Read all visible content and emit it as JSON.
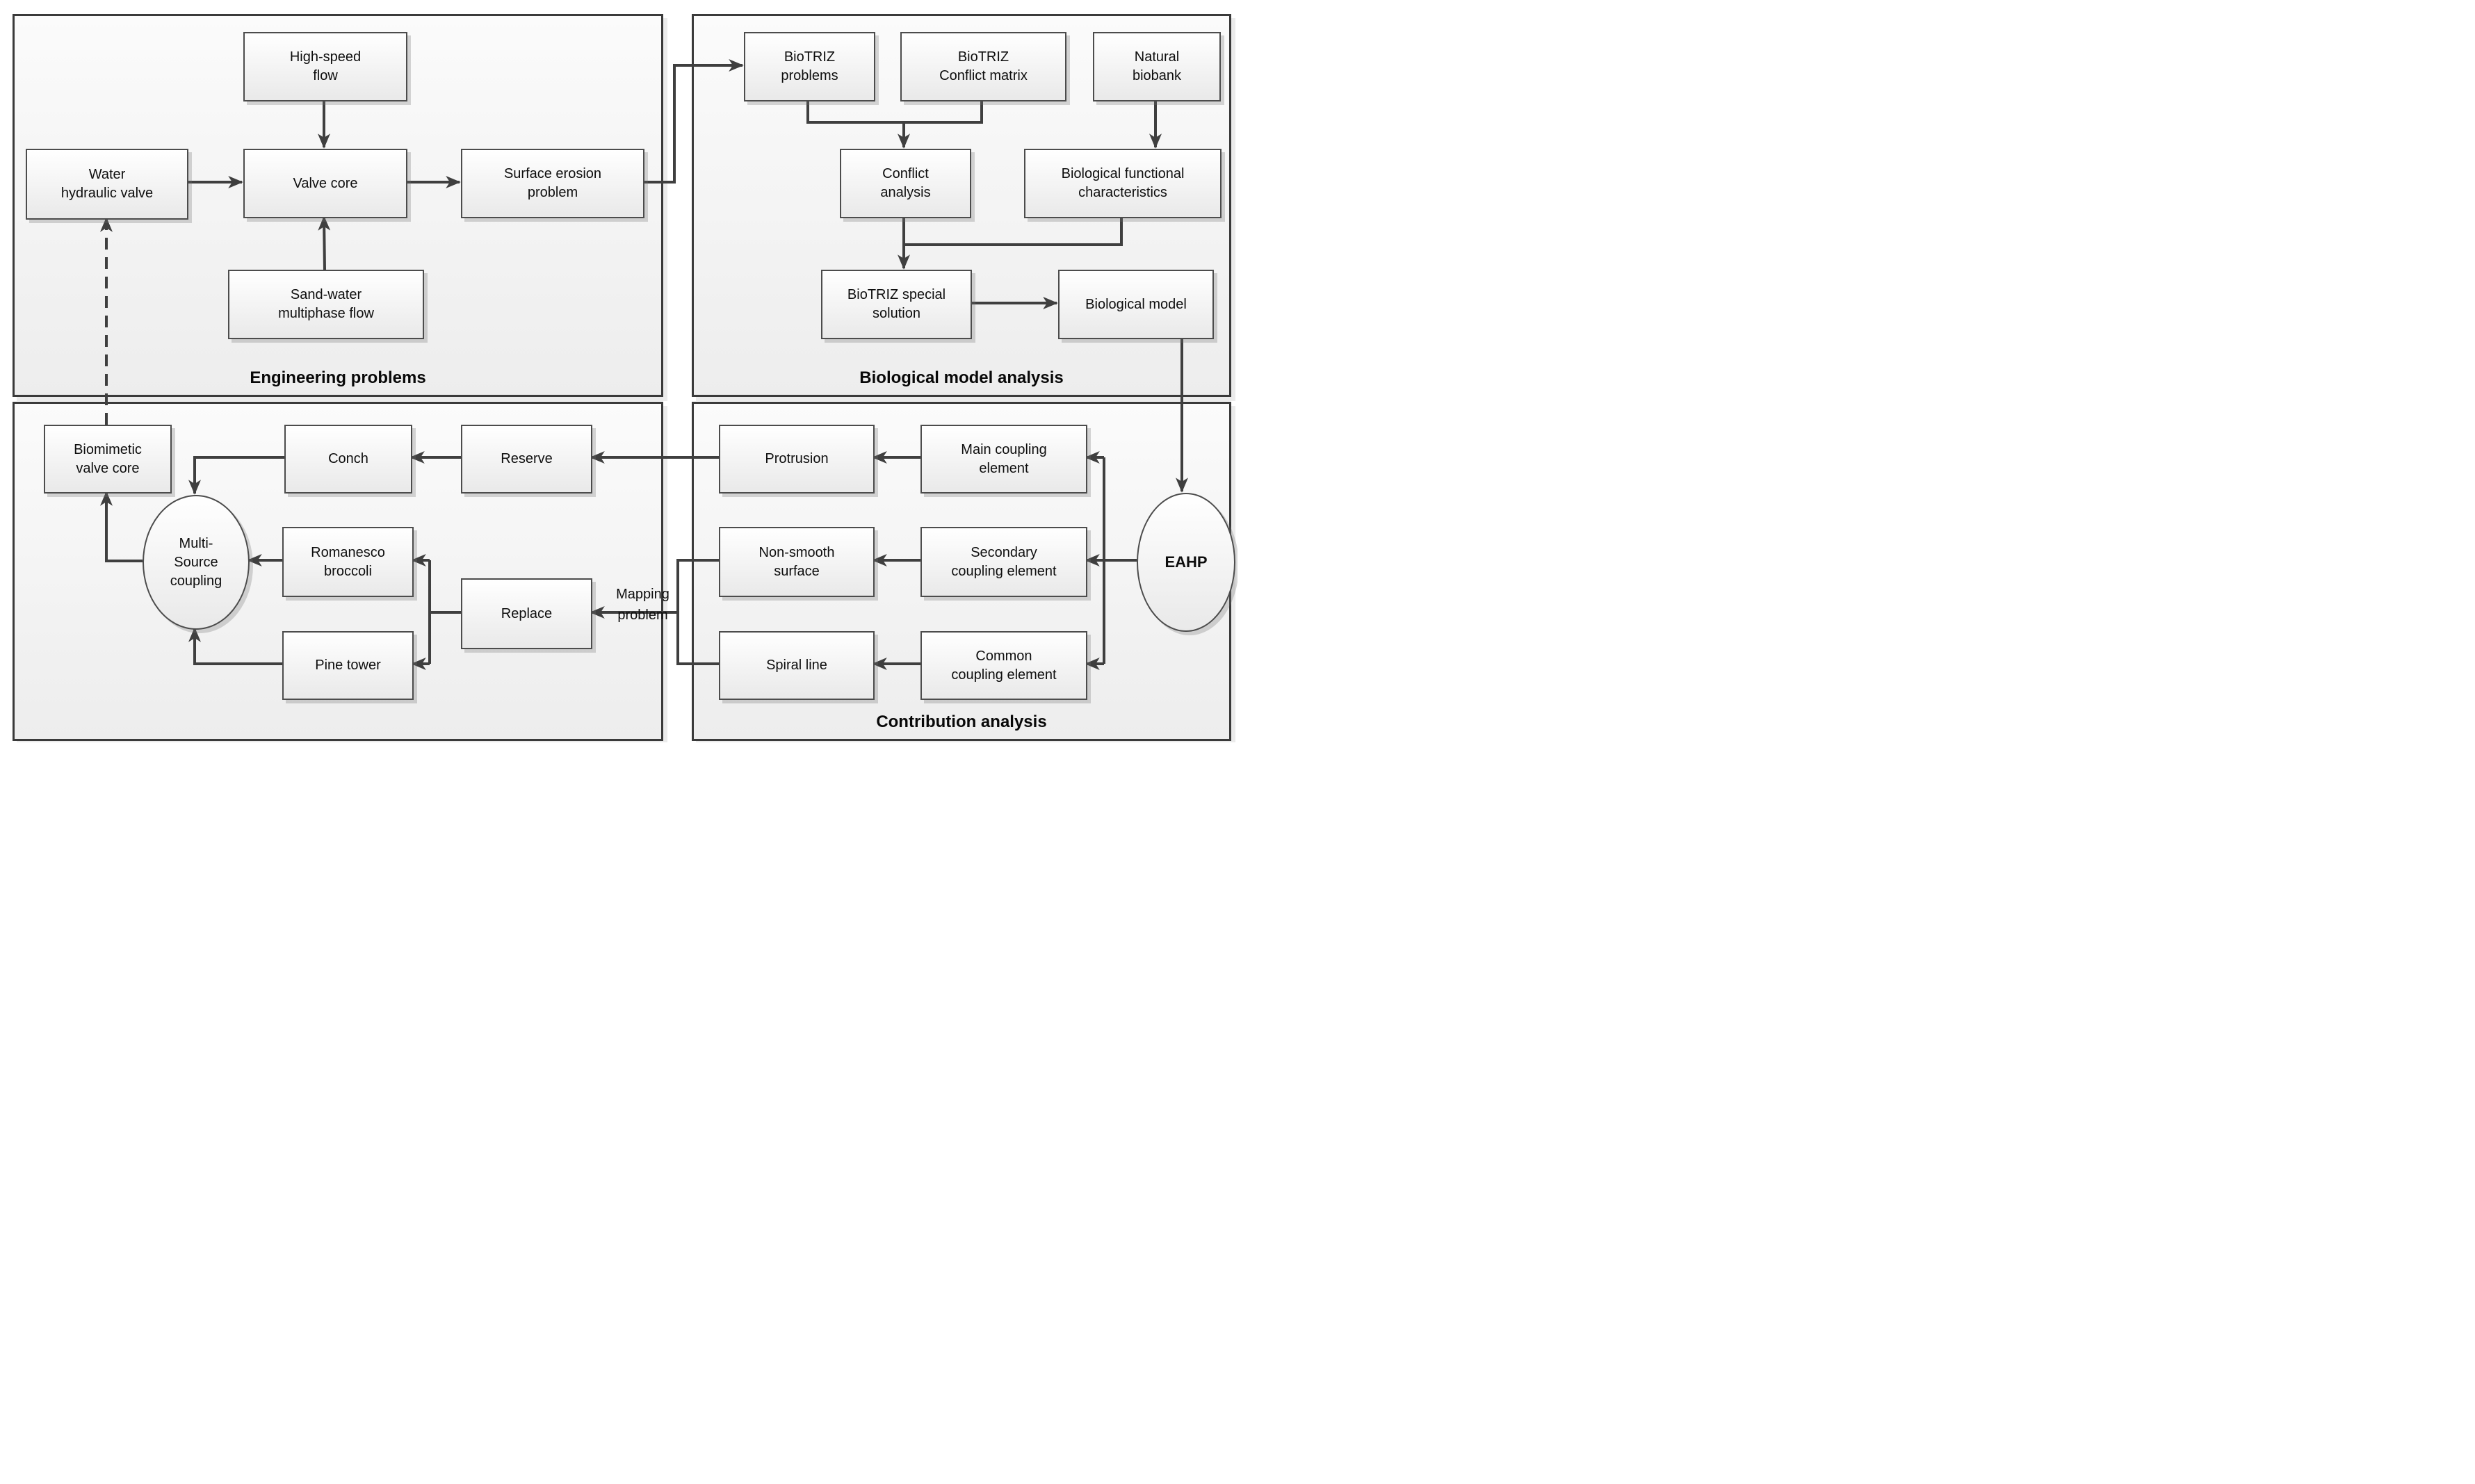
{
  "figure": {
    "type": "flowchart",
    "description": "Four-panel biomimetic design methodology flowchart"
  },
  "colors": {
    "line": "#3f3f3f",
    "panel_border": "#3a3a3a",
    "box_border": "#4c4c4c",
    "box_fill_top": "#ffffff",
    "box_fill_bottom": "#e9e9e9",
    "text": "#0e0e0e"
  },
  "panels": {
    "engineering": {
      "label": "Engineering problems"
    },
    "biological": {
      "label": "Biological model analysis"
    },
    "biomimetic": {
      "label": ""
    },
    "contribution": {
      "label": "Contribution analysis"
    }
  },
  "nodes": {
    "high_speed_flow": {
      "label": "High-speed\nflow",
      "shape": "rect"
    },
    "water_hydraulic_valve": {
      "label": "Water\nhydraulic valve",
      "shape": "rect"
    },
    "valve_core": {
      "label": "Valve core",
      "shape": "rect"
    },
    "sand_water_multiphase_flow": {
      "label": "Sand-water\nmultiphase flow",
      "shape": "rect"
    },
    "surface_erosion_problem": {
      "label": "Surface erosion\nproblem",
      "shape": "rect"
    },
    "biotriz_problems": {
      "label": "BioTRIZ\nproblems",
      "shape": "rect"
    },
    "biotriz_conflict_matrix": {
      "label": "BioTRIZ\nConflict matrix",
      "shape": "rect"
    },
    "natural_biobank": {
      "label": "Natural\nbiobank",
      "shape": "rect"
    },
    "conflict_analysis": {
      "label": "Conflict\nanalysis",
      "shape": "rect"
    },
    "biological_functional_characteristics": {
      "label": "Biological functional\ncharacteristics",
      "shape": "rect"
    },
    "biotriz_special_solution": {
      "label": "BioTRIZ special\nsolution",
      "shape": "rect"
    },
    "biological_model": {
      "label": "Biological model",
      "shape": "rect"
    },
    "biomimetic_valve_core": {
      "label": "Biomimetic\nvalve core",
      "shape": "rect"
    },
    "conch": {
      "label": "Conch",
      "shape": "rect"
    },
    "reserve": {
      "label": "Reserve",
      "shape": "rect"
    },
    "multi_source_coupling": {
      "label": "Multi-\nSource\ncoupling",
      "shape": "ellipse"
    },
    "romanesco_broccoli": {
      "label": "Romanesco\nbroccoli",
      "shape": "rect"
    },
    "replace": {
      "label": "Replace",
      "shape": "rect"
    },
    "pine_tower": {
      "label": "Pine tower",
      "shape": "rect"
    },
    "protrusion": {
      "label": "Protrusion",
      "shape": "rect"
    },
    "main_coupling_element": {
      "label": "Main coupling\nelement",
      "shape": "rect"
    },
    "non_smooth_surface": {
      "label": "Non-smooth\nsurface",
      "shape": "rect"
    },
    "secondary_coupling_element": {
      "label": "Secondary\ncoupling element",
      "shape": "rect"
    },
    "spiral_line": {
      "label": "Spiral line",
      "shape": "rect"
    },
    "common_coupling_element": {
      "label": "Common\ncoupling element",
      "shape": "rect"
    },
    "eahp": {
      "label": "EAHP",
      "shape": "ellipse"
    }
  },
  "edge_labels": {
    "mapping_problem": "Mapping\nproblem"
  },
  "edges": [
    {
      "from": "high_speed_flow",
      "to": "valve_core",
      "style": "solid"
    },
    {
      "from": "sand_water_multiphase_flow",
      "to": "valve_core",
      "style": "solid"
    },
    {
      "from": "water_hydraulic_valve",
      "to": "valve_core",
      "style": "solid"
    },
    {
      "from": "valve_core",
      "to": "surface_erosion_problem",
      "style": "solid"
    },
    {
      "from": "surface_erosion_problem",
      "to": "biotriz_problems",
      "style": "solid"
    },
    {
      "from": "biotriz_problems",
      "to": "conflict_analysis",
      "style": "solid"
    },
    {
      "from": "biotriz_conflict_matrix",
      "to": "conflict_analysis",
      "style": "solid"
    },
    {
      "from": "natural_biobank",
      "to": "biological_functional_characteristics",
      "style": "solid"
    },
    {
      "from": "conflict_analysis",
      "to": "biotriz_special_solution",
      "style": "solid"
    },
    {
      "from": "biological_functional_characteristics",
      "to": "biotriz_special_solution",
      "style": "solid"
    },
    {
      "from": "biotriz_special_solution",
      "to": "biological_model",
      "style": "solid"
    },
    {
      "from": "biological_model",
      "to": "eahp",
      "style": "solid"
    },
    {
      "from": "eahp",
      "to": "main_coupling_element",
      "style": "solid"
    },
    {
      "from": "eahp",
      "to": "secondary_coupling_element",
      "style": "solid"
    },
    {
      "from": "eahp",
      "to": "common_coupling_element",
      "style": "solid"
    },
    {
      "from": "main_coupling_element",
      "to": "protrusion",
      "style": "solid"
    },
    {
      "from": "secondary_coupling_element",
      "to": "non_smooth_surface",
      "style": "solid"
    },
    {
      "from": "common_coupling_element",
      "to": "spiral_line",
      "style": "solid"
    },
    {
      "from": "protrusion",
      "to": "reserve",
      "style": "solid"
    },
    {
      "from": "reserve",
      "to": "conch",
      "style": "solid"
    },
    {
      "from": "non_smooth_surface",
      "to": "replace",
      "style": "solid",
      "label": "Mapping problem"
    },
    {
      "from": "spiral_line",
      "to": "replace",
      "style": "solid",
      "label": "Mapping problem"
    },
    {
      "from": "replace",
      "to": "romanesco_broccoli",
      "style": "solid"
    },
    {
      "from": "replace",
      "to": "pine_tower",
      "style": "solid"
    },
    {
      "from": "conch",
      "to": "multi_source_coupling",
      "style": "solid"
    },
    {
      "from": "romanesco_broccoli",
      "to": "multi_source_coupling",
      "style": "solid"
    },
    {
      "from": "pine_tower",
      "to": "multi_source_coupling",
      "style": "solid"
    },
    {
      "from": "multi_source_coupling",
      "to": "biomimetic_valve_core",
      "style": "solid"
    },
    {
      "from": "biomimetic_valve_core",
      "to": "water_hydraulic_valve",
      "style": "dashed"
    }
  ]
}
